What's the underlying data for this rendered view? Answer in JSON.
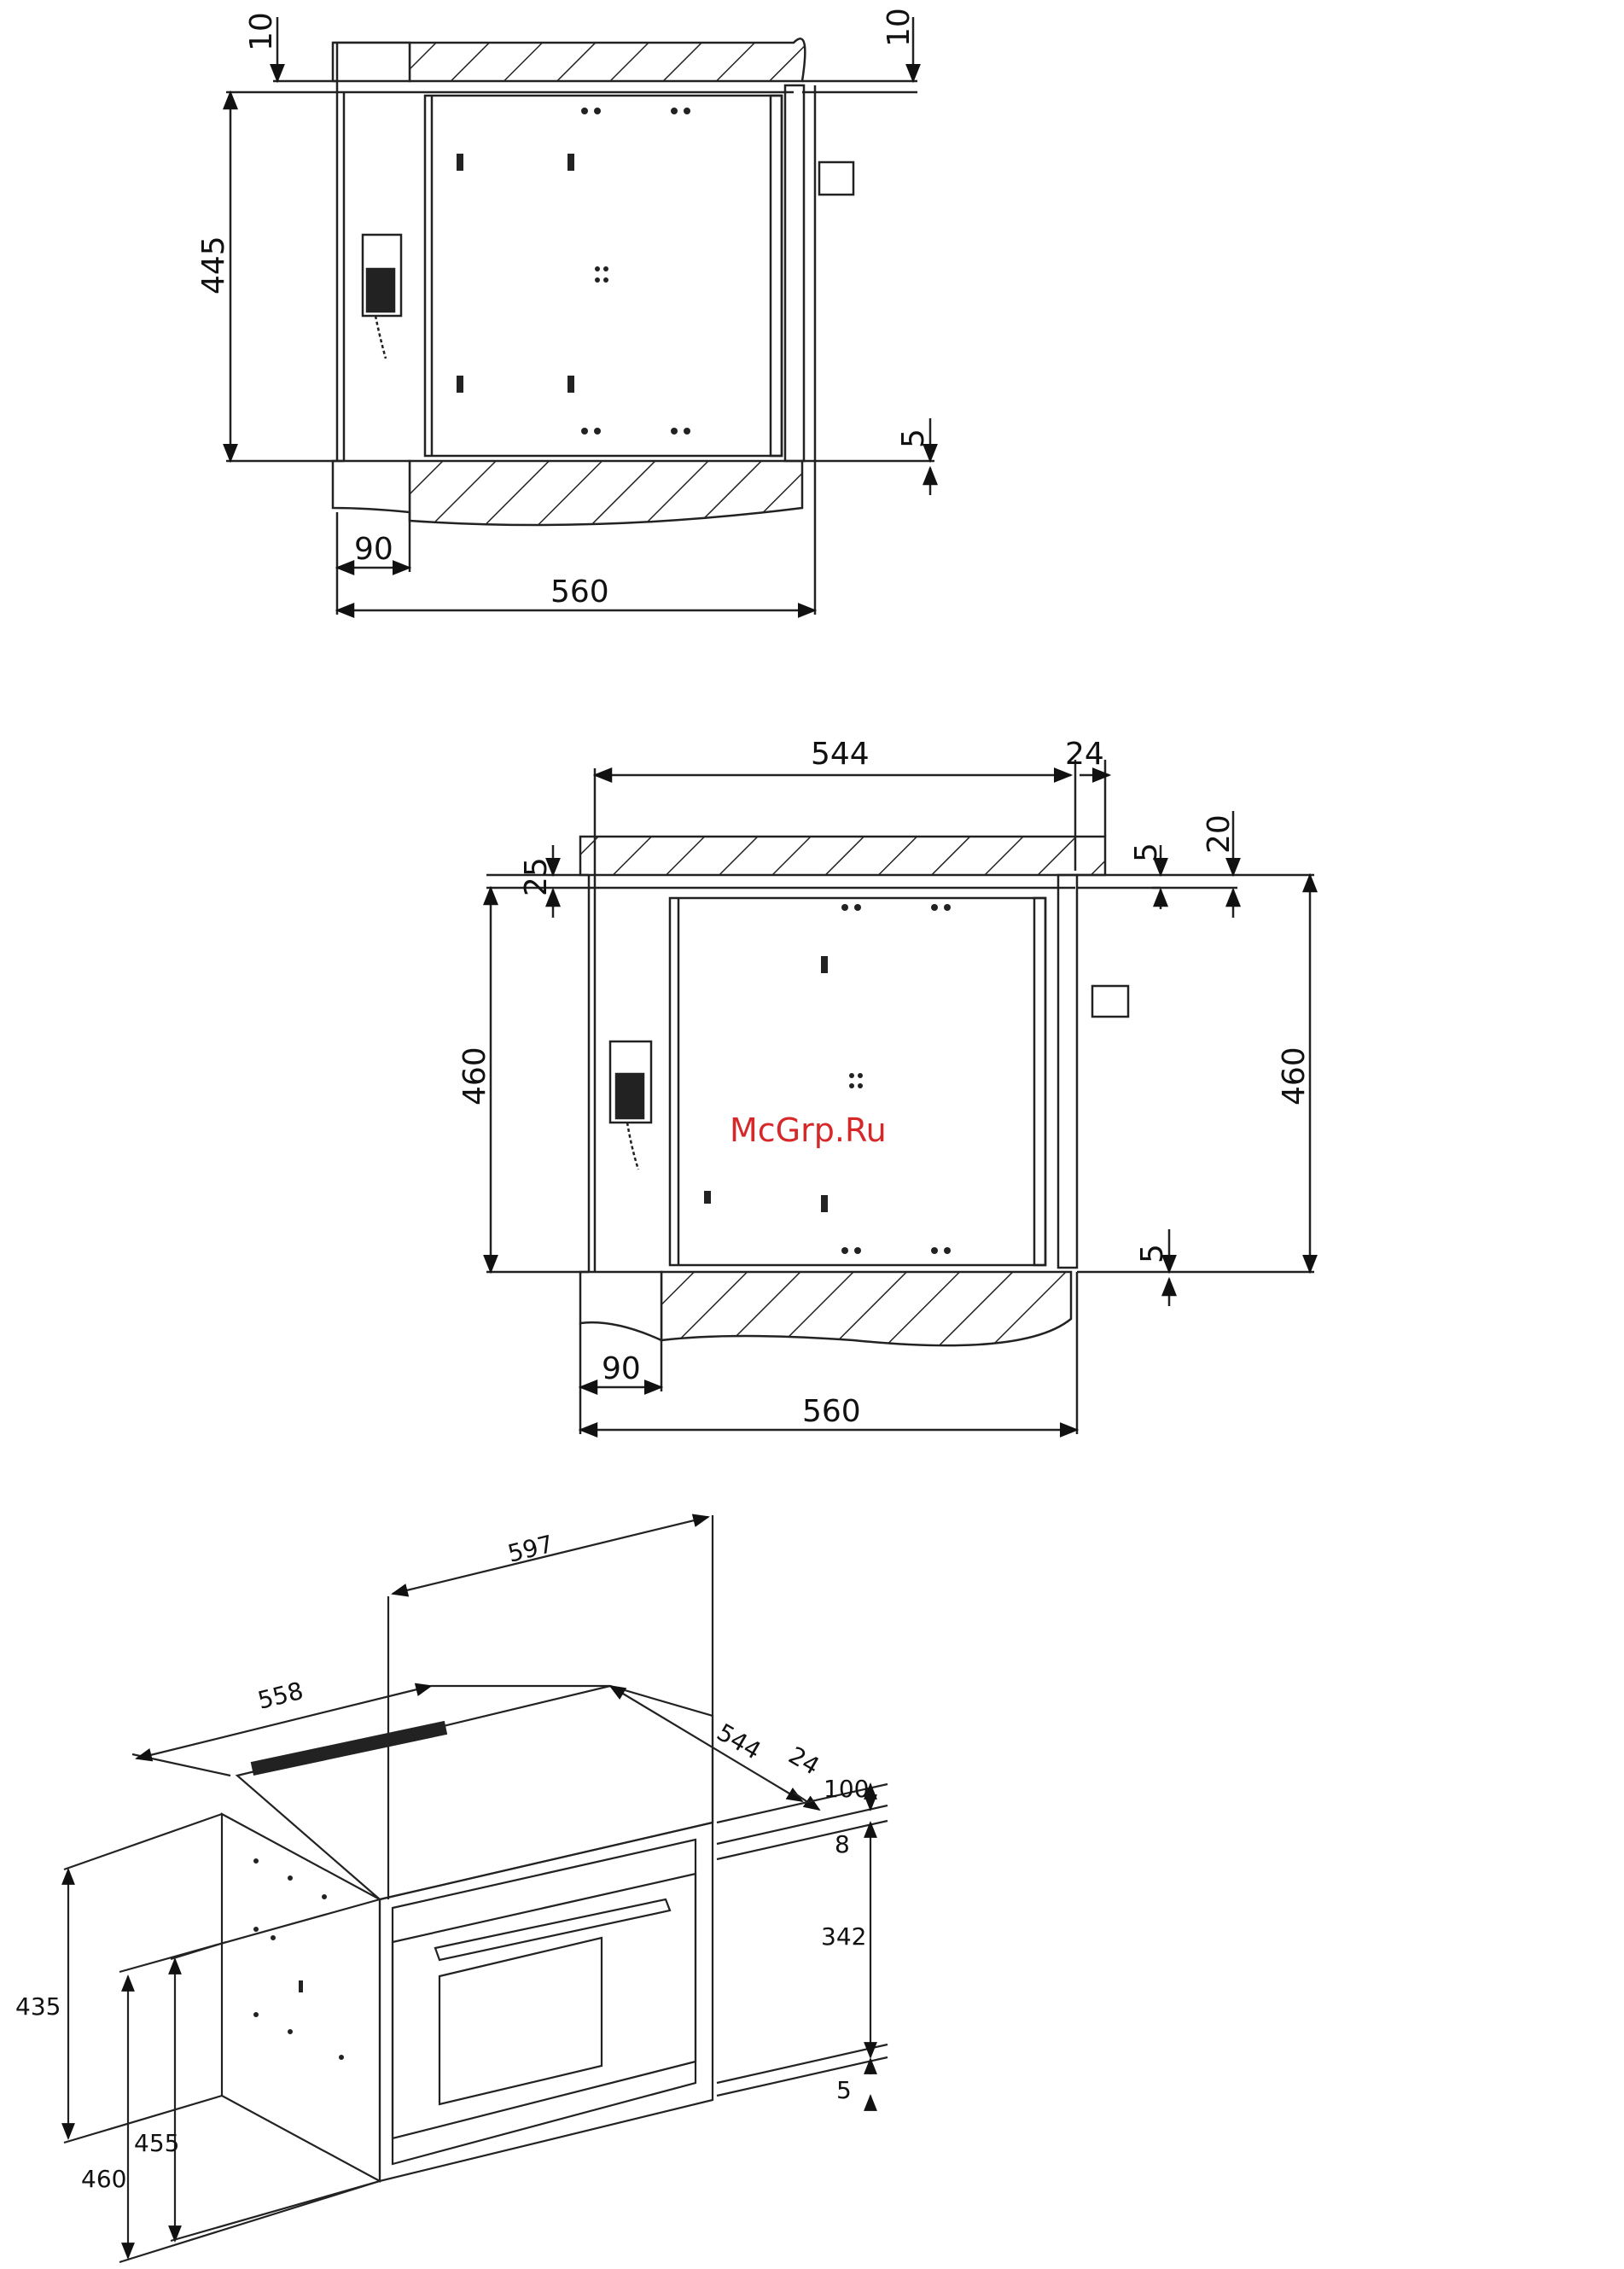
{
  "watermark": "McGrp.Ru",
  "diagram1": {
    "dims": {
      "top_gap": "10",
      "top_right_gap": "10",
      "height": "445",
      "bottom_right_gap": "5",
      "left_depth": "90",
      "width": "560"
    }
  },
  "diagram2": {
    "dims": {
      "top_width": "544",
      "top_right": "24",
      "left_top": "25",
      "right_small": "5",
      "right_top": "20",
      "left_height": "460",
      "right_height": "460",
      "bottom_right": "5",
      "left_depth": "90",
      "width": "560"
    }
  },
  "diagram3": {
    "dims": {
      "width": "597",
      "depth": "558",
      "body_depth": "544",
      "front": "24",
      "top_gap": "100",
      "panel": "8",
      "door": "342",
      "bottom_gap": "5",
      "body_height": "435",
      "niche_height": "460",
      "opening_height": "455"
    }
  }
}
